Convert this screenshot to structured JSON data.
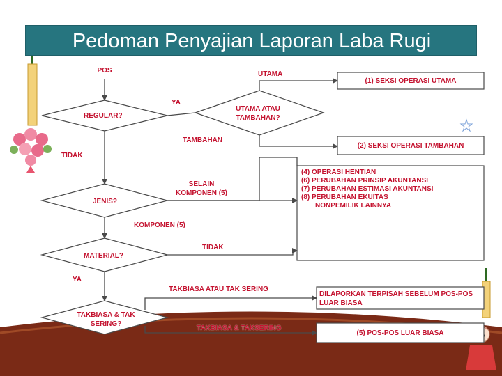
{
  "title": "Pedoman Penyajian Laporan Laba Rugi",
  "colors": {
    "title_bar": "#26757f",
    "label_red": "#c4122f",
    "line": "#4a4a4a",
    "bottom_band": "#7a2a16",
    "page": "#ffffff"
  },
  "nodes": {
    "pos": "POS",
    "regular": "REGULAR?",
    "utama_atau_tambahan": "UTAMA ATAU TAMBAHAN?",
    "jenis": "JENIS?",
    "material": "MATERIAL?",
    "takbiasa_tak_sering": "TAKBIASA & TAK SERING?"
  },
  "edges": {
    "utama": "UTAMA",
    "ya_1": "YA",
    "tambahan": "TAMBAHAN",
    "tidak_1": "TIDAK",
    "selain_komponen": "SELAIN KOMPONEN (5)",
    "komponen": "KOMPONEN (5)",
    "tidak_2": "TIDAK",
    "ya_2": "YA",
    "takbiasa_atau_tak_sering": "TAKBIASA ATAU TAK SERING",
    "takbiasa_dan_taksering": "TAKBIASA & TAKSERING"
  },
  "results": {
    "seksi_utama": "(1) SEKSI OPERASI UTAMA",
    "seksi_tambahan": "(2) SEKSI OPERASI TAMBAHAN",
    "lines": [
      "(4) OPERASI HENTIAN",
      "(6) PERUBAHAN PRINSIP AKUNTANSI",
      "(7) PERUBAHAN ESTIMASI AKUNTANSI",
      "(8) PERUBAHAN EKUITAS",
      "NONPEMILIK LAINNYA"
    ],
    "dilaporkan": "DILAPORKAN TERPISAH SEBELUM POS-POS LUAR BIASA",
    "pos_luar_biasa": "(5) POS-POS LUAR BIASA"
  }
}
